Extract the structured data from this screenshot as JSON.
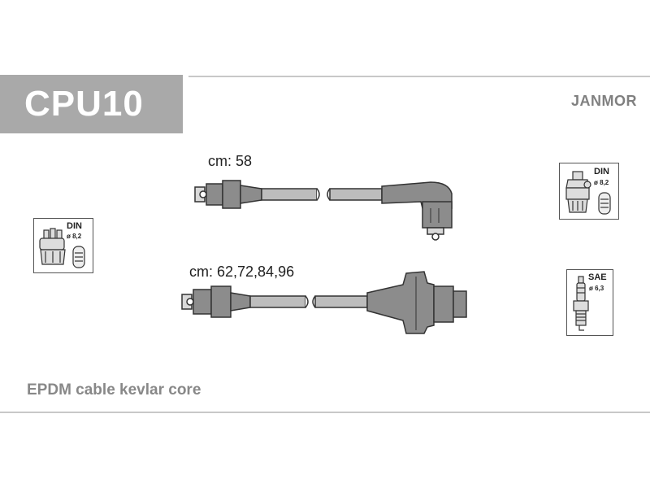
{
  "header": {
    "part_code": "CPU10",
    "brand": "JANMOR"
  },
  "cables": [
    {
      "length_label": "cm: 58"
    },
    {
      "length_label": "cm: 62,72,84,96"
    }
  ],
  "badges": {
    "distributor": {
      "standard": "DIN",
      "diameter": "ø 8,2",
      "icon": "distributor-cap-icon"
    },
    "coil": {
      "standard": "DIN",
      "diameter": "ø 8,2",
      "icon": "ignition-coil-icon"
    },
    "spark_plug": {
      "standard": "SAE",
      "diameter": "ø 6,3",
      "icon": "spark-plug-icon"
    }
  },
  "footer": {
    "description": "EPDM cable kevlar core"
  },
  "colors": {
    "header_box": "#a9a9a9",
    "brand_text": "#808080",
    "footer_text": "#888888",
    "rule": "#c8c8c8",
    "boot_fill": "#8c8c8c",
    "cable_fill": "#bdbdbd"
  }
}
